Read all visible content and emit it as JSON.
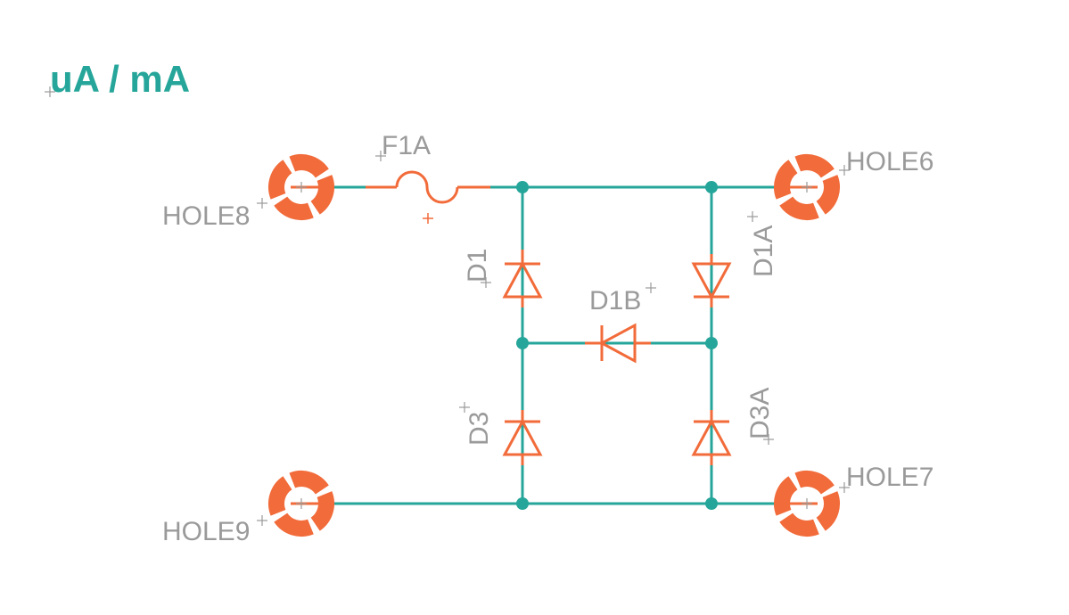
{
  "title": "uA / mA",
  "colors": {
    "wire": "#26a69a",
    "component": "#f26b3a",
    "label": "#9a9a9a",
    "background": "#ffffff"
  },
  "components": {
    "fuse": "F1A",
    "diode_d1": "D1",
    "diode_d1a": "D1A",
    "diode_d1b": "D1B",
    "diode_d3": "D3",
    "diode_d3a": "D3A"
  },
  "holes": {
    "hole6": "HOLE6",
    "hole7": "HOLE7",
    "hole8": "HOLE8",
    "hole9": "HOLE9"
  }
}
